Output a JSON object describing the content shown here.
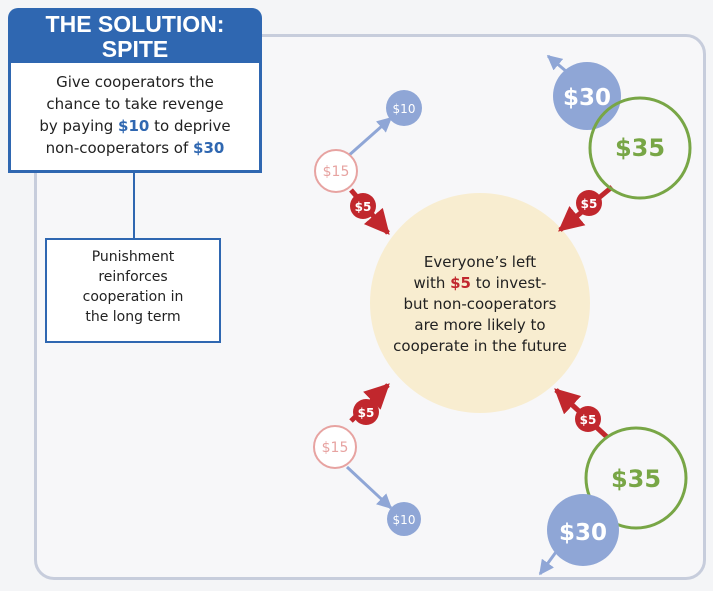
{
  "title": {
    "line1": "THE SOLUTION:",
    "line2": "SPITE"
  },
  "description": {
    "line1": "Give cooperators the",
    "line2": "chance to take revenge",
    "line3_prefix": "by paying ",
    "line3_value": "$10",
    "line3_suffix": " to deprive",
    "line4_prefix": "non-cooperators of ",
    "line4_value": "$30"
  },
  "note": {
    "line1": "Punishment",
    "line2": "reinforces",
    "line3": "cooperation in",
    "line4": "the long term"
  },
  "center": {
    "line1": "Everyone’s left",
    "line2_prefix": "with ",
    "line2_value": "$5",
    "line2_suffix": " to invest-",
    "line3": "but non-cooperators",
    "line4": "are more likely to",
    "line5": "cooperate in the future"
  },
  "nodes": {
    "pay_top": "$10",
    "cooperator_top": "$15",
    "noncoop_top": "$30",
    "holdings_top": "$35",
    "pay_bottom": "$10",
    "cooperator_bottom": "$15",
    "noncoop_bottom": "$30",
    "holdings_bottom": "$35"
  },
  "badges": {
    "top_left": "$5",
    "top_right": "$5",
    "bottom_left": "$5",
    "bottom_right": "$5"
  },
  "colors": {
    "blue": "#2f67b1",
    "light_blue": "#8fa6d6",
    "red": "#c1272d",
    "pink_outline": "#e7a3a1",
    "green": "#78a646",
    "center_fill": "#f8edd0"
  }
}
